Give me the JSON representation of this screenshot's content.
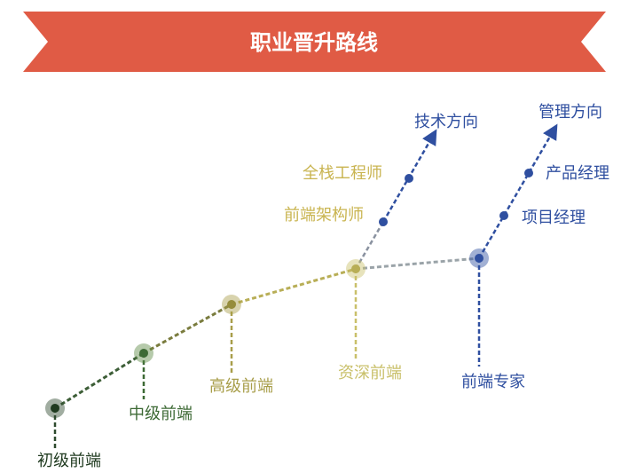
{
  "title": "职业晋升路线",
  "colors": {
    "banner": "#e05b45",
    "stage1": "#2e4a2e",
    "stage2": "#5e8a44",
    "stage3": "#a89e4a",
    "stage4": "#c9c06a",
    "stage5": "#2f4fa0"
  },
  "stages": {
    "junior": "初级前端",
    "middle": "中级前端",
    "senior": "高级前端",
    "expert_senior": "资深前端",
    "expert": "前端专家"
  },
  "tech_branch": {
    "architect": "前端架构师",
    "fullstack": "全栈工程师",
    "direction": "技术方向"
  },
  "mgmt_branch": {
    "project_manager": "项目经理",
    "product_manager": "产品经理",
    "direction": "管理方向"
  }
}
